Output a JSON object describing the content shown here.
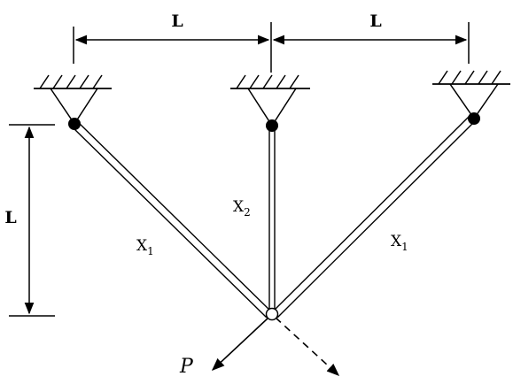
{
  "dimensions": {
    "left_span": "L",
    "right_span": "L",
    "height": "L"
  },
  "members": {
    "left_bar": {
      "name": "X",
      "subscript": "1"
    },
    "center_bar": {
      "name": "X",
      "subscript": "2"
    },
    "right_bar": {
      "name": "X",
      "subscript": "1"
    }
  },
  "load": {
    "label": "P"
  },
  "colors": {
    "ink": "#000000",
    "background": "#ffffff"
  }
}
